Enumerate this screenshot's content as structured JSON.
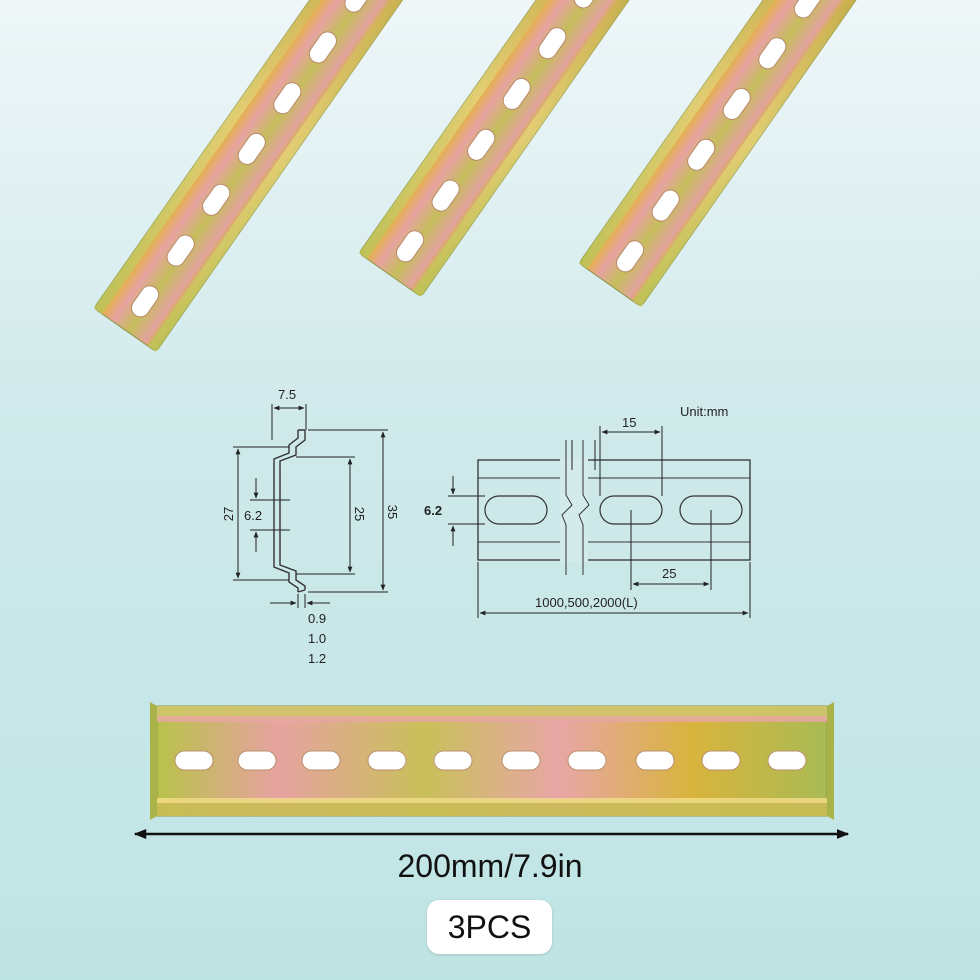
{
  "product": {
    "length_label": "200mm/7.9in",
    "quantity_label": "3PCS"
  },
  "drawing": {
    "unit_label": "Unit:mm",
    "profile": {
      "top_flange": "7.5",
      "total_height": "35",
      "inner_height": "27",
      "web_height": "25",
      "slot_width": "6.2",
      "thickness_options": [
        "0.9",
        "1.0",
        "1.2"
      ]
    },
    "side_view": {
      "slot_length": "15",
      "slot_height": "6.2",
      "slot_pitch": "25",
      "rail_lengths": "1000,500,2000(L)"
    }
  },
  "colors": {
    "rail_pink": "#e3a0a0",
    "rail_green": "#b9c24a",
    "rail_gold": "#d8b43c",
    "background": "#cfe9ea"
  }
}
